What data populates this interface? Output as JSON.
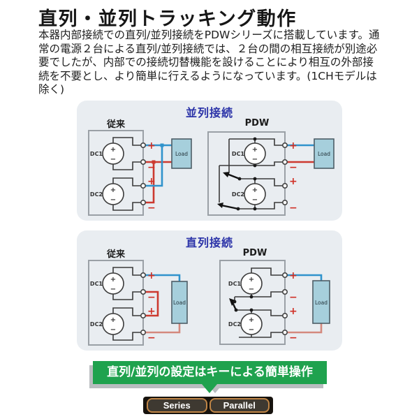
{
  "page": {
    "title": "直列・並列トラッキング動作",
    "intro": "本器内部接続での直列/並列接続をPDWシリーズに搭載しています。通常の電源２台による直列/並列接続では、２台の間の相互接続が別途必要でしたが、内部での接続切替機能を設けることにより相互の外部接続を不要とし、より簡単に行えるようになっています。(1CHモデルは除く)"
  },
  "panels": {
    "parallel": {
      "header": "並列接続",
      "left_label": "従来",
      "right_label": "PDW"
    },
    "series": {
      "header": "直列接続",
      "left_label": "従来",
      "right_label": "PDW"
    }
  },
  "labels": {
    "dc1": "DC1",
    "dc2": "DC2",
    "load": "Load",
    "plus": "+",
    "minus": "−"
  },
  "banner": {
    "text": "直列/並列の設定はキーによる簡単操作"
  },
  "keys": {
    "series": "Series",
    "parallel": "Parallel"
  },
  "colors": {
    "header_blue": "#2b33a8",
    "wire_blue": "#3093cc",
    "wire_red": "#cc3a30",
    "wire_salmon": "#d4897e",
    "load_fill": "#a6cfdc",
    "panel_bg": "#e9edf1",
    "banner_green": "#1fa24e",
    "key_border": "#bf8546",
    "polarity_red": "#d03026"
  }
}
